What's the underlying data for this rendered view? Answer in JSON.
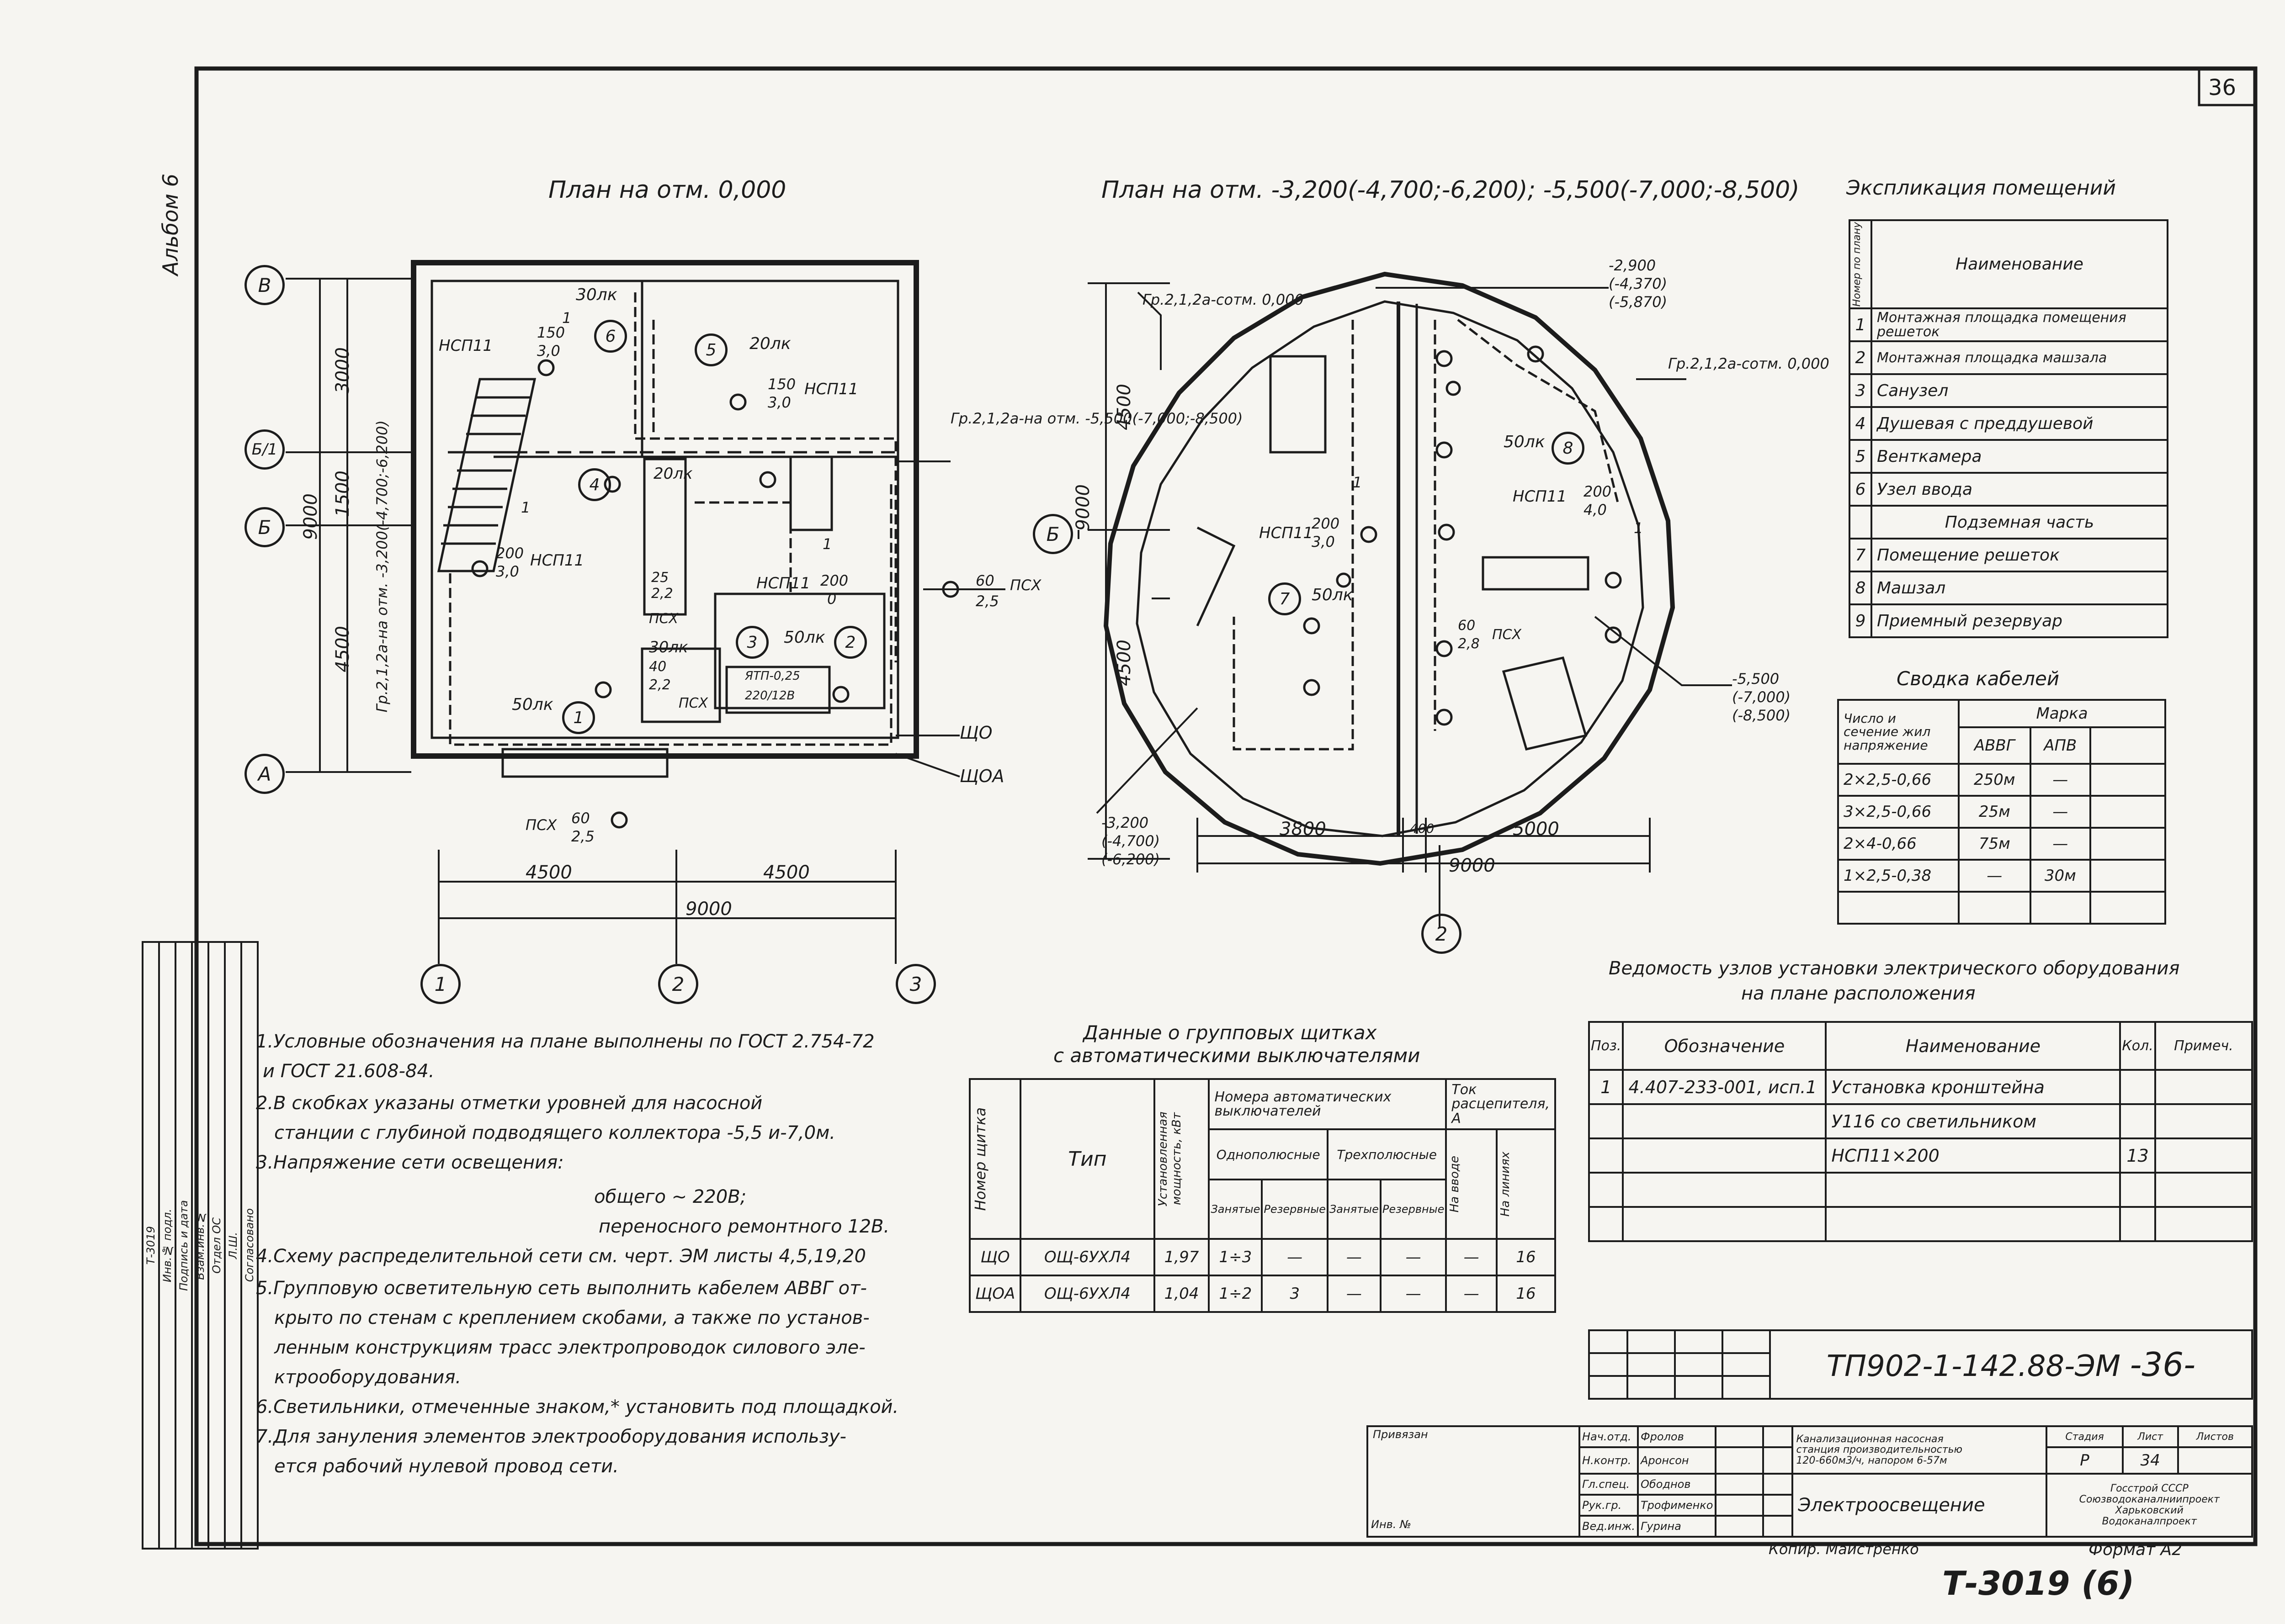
{
  "sheet_number": "36",
  "album": "Альбом 6",
  "plans": {
    "ground": {
      "title": "План на отм. 0,000",
      "axes_letters": [
        "В",
        "Б/1",
        "Б",
        "А"
      ],
      "axes_numbers": [
        "1",
        "2",
        "3"
      ],
      "dims_vertical": [
        "3000",
        "1500",
        "9000",
        "4500"
      ],
      "dims_horizontal": [
        "4500",
        "4500",
        "9000"
      ],
      "group_label": "Гр.2,1,2а-на отм. -3,200(-4,700;-6,200)",
      "group_label_right": "Гр.2,1,2а-на отм. -5,500(-7,000;-8,500)",
      "rooms": [
        "1",
        "2",
        "3",
        "4",
        "5",
        "6"
      ],
      "labels": {
        "lk30": "30лк",
        "lk20a": "20лк",
        "lk20b": "20лк",
        "lk30b": "30лк",
        "lk50a": "50лк",
        "lk50b": "50лк",
        "nsp_a": "НСП11",
        "nsp_b": "НСП11",
        "nsp_c": "НСП11",
        "nsp_d": "НСП11",
        "f150a": "150",
        "f30a": "3,0",
        "f150b": "150",
        "f30b": "3,0",
        "f200a": "200",
        "f30c": "3,0",
        "f200b": "200",
        "f0": "0",
        "f25a": "25",
        "f22a": "2,2",
        "f40": "40",
        "f22b": "2,2",
        "f60a": "60",
        "f25b": "2,5",
        "f60b": "60",
        "f25c": "2,5",
        "psx_a": "ПСХ",
        "psx_b": "ПСХ",
        "psx_c": "ПСХ",
        "psx_d": "ПСХ",
        "yatp": "ЯТП-0,25",
        "yatp2": "220/12В",
        "sho": "ЩО",
        "shoa": "ЩОА",
        "n1a": "1",
        "n1b": "1",
        "n1c": "1"
      }
    },
    "underground": {
      "title": "План на отм. -3,200(-4,700;-6,200); -5,500(-7,000;-8,500)",
      "group_label_a": "Гр.2,1,2а-сотм. 0,000",
      "group_label_b": "Гр.2,1,2а-сотм. 0,000",
      "level_top": [
        "-2,900",
        "(-4,370)",
        "(-5,870)"
      ],
      "level_right": [
        "-5,500",
        "(-7,000)",
        "(-8,500)"
      ],
      "level_left": [
        "-3,200",
        "(-4,700)",
        "(-6,200)"
      ],
      "dims_vertical": [
        "4500",
        "9000",
        "4500"
      ],
      "dims_horizontal": [
        "3800",
        "400",
        "5000",
        "9000"
      ],
      "axis_b": "Б",
      "axis_2": "2",
      "room_7": "7",
      "room_8": "8",
      "lk50a": "50лк",
      "lk50b": "50лк",
      "nsp_a": "НСП11",
      "nsp_b": "НСП11",
      "f200a": "200",
      "f30": "3,0",
      "f200b": "200",
      "f40": "4,0",
      "f60": "60",
      "f28": "2,8",
      "psx": "ПСХ",
      "n1a": "1",
      "n1b": "1"
    }
  },
  "explication": {
    "title": "Экспликация помещений",
    "col_num": "Номер по плану",
    "col_name": "Наименование",
    "rows": [
      {
        "n": "1",
        "name": "Монтажная площадка помещения решеток"
      },
      {
        "n": "2",
        "name": "Монтажная площадка машзала"
      },
      {
        "n": "3",
        "name": "Санузел"
      },
      {
        "n": "4",
        "name": "Душевая с преддушевой"
      },
      {
        "n": "5",
        "name": "Венткамера"
      },
      {
        "n": "6",
        "name": "Узел ввода"
      },
      {
        "n": "",
        "name": "Подземная часть"
      },
      {
        "n": "7",
        "name": "Помещение решеток"
      },
      {
        "n": "8",
        "name": "Машзал"
      },
      {
        "n": "9",
        "name": "Приемный резервуар"
      }
    ]
  },
  "cables": {
    "title": "Сводка кабелей",
    "col_1": "Число и сечение жил напряжение",
    "col_mark": "Марка",
    "col_avvg": "АВВГ",
    "col_apv": "АПВ",
    "rows": [
      {
        "spec": "2×2,5-0,66",
        "avvg": "250м",
        "apv": "—"
      },
      {
        "spec": "3×2,5-0,66",
        "avvg": "25м",
        "apv": "—"
      },
      {
        "spec": "2×4-0,66",
        "avvg": "75м",
        "apv": "—"
      },
      {
        "spec": "1×2,5-0,38",
        "avvg": "—",
        "apv": "30м"
      }
    ]
  },
  "equipment": {
    "title_1": "Ведомость узлов установки электрического оборудования",
    "title_2": "на плане расположения",
    "col_pos": "Поз.",
    "col_desig": "Обозначение",
    "col_name": "Наименование",
    "col_qty": "Кол.",
    "col_note": "Примеч.",
    "rows": [
      {
        "pos": "1",
        "desig": "4.407-233-001, исп.1",
        "name": "Установка кронштейна",
        "qty": ""
      },
      {
        "pos": "",
        "desig": "",
        "name": "У116 со светильником",
        "qty": ""
      },
      {
        "pos": "",
        "desig": "",
        "name": "НСП11×200",
        "qty": "13"
      }
    ]
  },
  "panels": {
    "title_1": "Данные о групповых щитках",
    "title_2": "с автоматическими выключателями",
    "col_num": "Номер щитка",
    "col_type": "Тип",
    "col_power": "Установленная мощность, кВт",
    "col_breakers": "Номера автоматических выключателей",
    "col_single": "Однополюсные",
    "col_triple": "Трехполюсные",
    "col_busy": "Занятые",
    "col_reserve": "Резервные",
    "col_current": "Ток расцепителя, А",
    "col_input": "На вводе",
    "col_lines": "На линиях",
    "rows": [
      {
        "num": "ЩО",
        "type": "ОЩ-6УХЛ4",
        "power": "1,97",
        "s_busy": "1÷3",
        "s_res": "—",
        "t_busy": "—",
        "t_res": "—",
        "input": "—",
        "lines": "16"
      },
      {
        "num": "ЩОА",
        "type": "ОЩ-6УХЛ4",
        "power": "1,04",
        "s_busy": "1÷2",
        "s_res": "3",
        "t_busy": "—",
        "t_res": "—",
        "input": "—",
        "lines": "16"
      }
    ]
  },
  "notes": [
    "1.Условные обозначения на плане выполнены по ГОСТ 2.754-72",
    "и ГОСТ 21.608-84.",
    "2.В скобках указаны отметки уровней для насосной",
    "станции с глубиной подводящего коллектора -5,5 и-7,0м.",
    "3.Напряжение сети освещения:",
    "общего ~ 220В;",
    "переносного ремонтного 12В.",
    "4.Схему распределительной сети см. черт. ЭМ листы 4,5,19,20",
    "5.Групповую осветительную сеть выполнить кабелем АВВГ от-",
    "крыто по стенам с креплением скобами, а также по установ-",
    "ленным конструкциям трасс электропроводок силового эле-",
    "ктрооборудования.",
    "6.Светильники, отмеченные знаком,* установить под площадкой.",
    "7.Для зануления элементов электрооборудования использу-",
    "ется рабочий нулевой провод сети."
  ],
  "title_block": {
    "code": "ТП902-1-142.88-ЭМ",
    "sheet_mark": "-36-",
    "bound": "Привязан",
    "inv": "Инв. №",
    "roles": [
      "Нач.отд.",
      "Н.контр.",
      "Гл.спец.",
      "Рук.гр.",
      "Вед.инж."
    ],
    "names": [
      "Фролов",
      "Аронсон",
      "Ободнов",
      "Трофименко",
      "Гурина"
    ],
    "project_1": "Канализационная насосная",
    "project_2": "станция производительностью",
    "project_3": "120-660м3/ч, напором 6-57м",
    "stage_h": "Стадия",
    "sheet_h": "Лист",
    "sheets_h": "Листов",
    "stage": "Р",
    "sheet": "34",
    "drawing_title": "Электроосвещение",
    "org_1": "Госстрой СССР",
    "org_2": "Союзводоканалниипроект",
    "org_3": "Харьковский",
    "org_4": "Водоканалпроект",
    "copied": "Копир. Майстренко",
    "format": "Формат А2",
    "archive": "Т-3019 (6)"
  },
  "side_stamp": {
    "agreed": "Согласовано",
    "l1": "Отдел ОС",
    "l2": "Л.Ш.",
    "cols": [
      "Инв.№ подл.",
      "Подпись и дата",
      "Взам.инв.№"
    ],
    "inv": "Т-3019"
  }
}
